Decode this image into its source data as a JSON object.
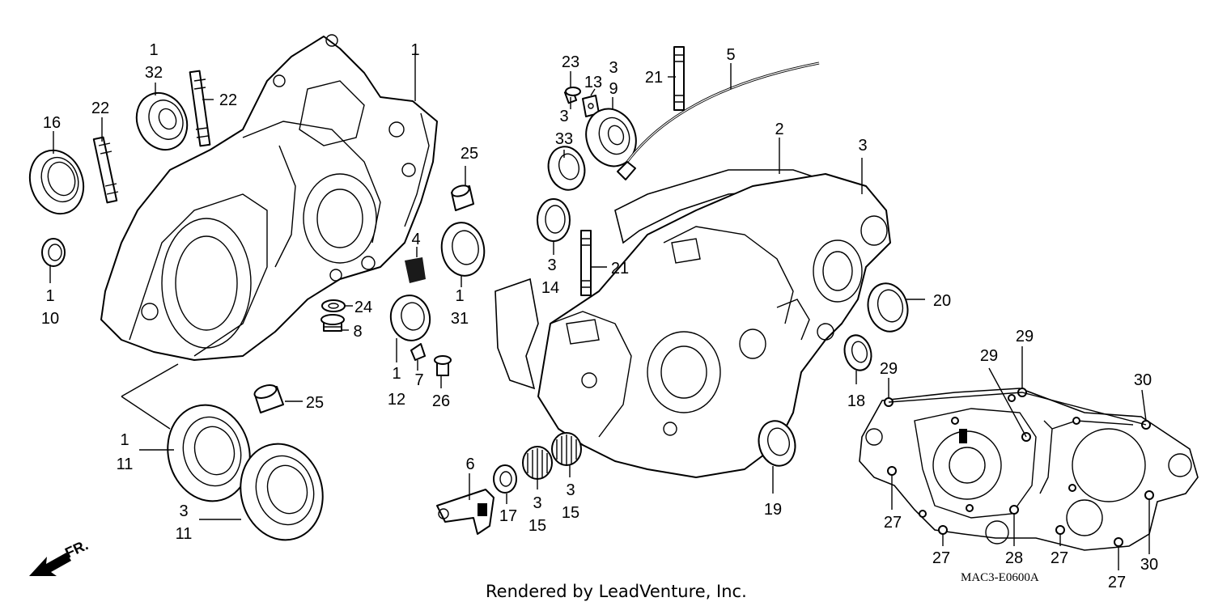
{
  "footer": {
    "credit": "Rendered by LeadVenture, Inc."
  },
  "diagram_code": "MAC3-E0600A",
  "direction": {
    "label": "FR."
  },
  "callouts": [
    {
      "id": "c1",
      "text": "1"
    },
    {
      "id": "c1-32a",
      "text": "1"
    },
    {
      "id": "c32",
      "text": "32"
    },
    {
      "id": "c22a",
      "text": "22"
    },
    {
      "id": "c22b",
      "text": "22"
    },
    {
      "id": "c16",
      "text": "16"
    },
    {
      "id": "c1-10a",
      "text": "1"
    },
    {
      "id": "c10",
      "text": "10"
    },
    {
      "id": "c25a",
      "text": "25"
    },
    {
      "id": "c1-31a",
      "text": "1"
    },
    {
      "id": "c31",
      "text": "31"
    },
    {
      "id": "c4",
      "text": "4"
    },
    {
      "id": "c24",
      "text": "24"
    },
    {
      "id": "c8",
      "text": "8"
    },
    {
      "id": "c1-12a",
      "text": "1"
    },
    {
      "id": "c12",
      "text": "12"
    },
    {
      "id": "c7",
      "text": "7"
    },
    {
      "id": "c26",
      "text": "26"
    },
    {
      "id": "c25b",
      "text": "25"
    },
    {
      "id": "c1-11a",
      "text": "1"
    },
    {
      "id": "c11a",
      "text": "11"
    },
    {
      "id": "c3-11a",
      "text": "3"
    },
    {
      "id": "c11b",
      "text": "11"
    },
    {
      "id": "c23",
      "text": "23"
    },
    {
      "id": "c13",
      "text": "13"
    },
    {
      "id": "c3-9a",
      "text": "3"
    },
    {
      "id": "c9",
      "text": "9"
    },
    {
      "id": "c3-33a",
      "text": "3"
    },
    {
      "id": "c33",
      "text": "33"
    },
    {
      "id": "c21a",
      "text": "21"
    },
    {
      "id": "c5",
      "text": "5"
    },
    {
      "id": "c2",
      "text": "2"
    },
    {
      "id": "c3a",
      "text": "3"
    },
    {
      "id": "c3-14a",
      "text": "3"
    },
    {
      "id": "c14",
      "text": "14"
    },
    {
      "id": "c21b",
      "text": "21"
    },
    {
      "id": "c20",
      "text": "20"
    },
    {
      "id": "c18",
      "text": "18"
    },
    {
      "id": "c19",
      "text": "19"
    },
    {
      "id": "c6",
      "text": "6"
    },
    {
      "id": "c17",
      "text": "17"
    },
    {
      "id": "c3-15a",
      "text": "3"
    },
    {
      "id": "c15a",
      "text": "15"
    },
    {
      "id": "c3-15b",
      "text": "3"
    },
    {
      "id": "c15b",
      "text": "15"
    },
    {
      "id": "c29a",
      "text": "29"
    },
    {
      "id": "c29b",
      "text": "29"
    },
    {
      "id": "c29c",
      "text": "29"
    },
    {
      "id": "c30a",
      "text": "30"
    },
    {
      "id": "c30b",
      "text": "30"
    },
    {
      "id": "c27a",
      "text": "27"
    },
    {
      "id": "c27b",
      "text": "27"
    },
    {
      "id": "c27c",
      "text": "27"
    },
    {
      "id": "c27d",
      "text": "27"
    },
    {
      "id": "c28",
      "text": "28"
    }
  ]
}
